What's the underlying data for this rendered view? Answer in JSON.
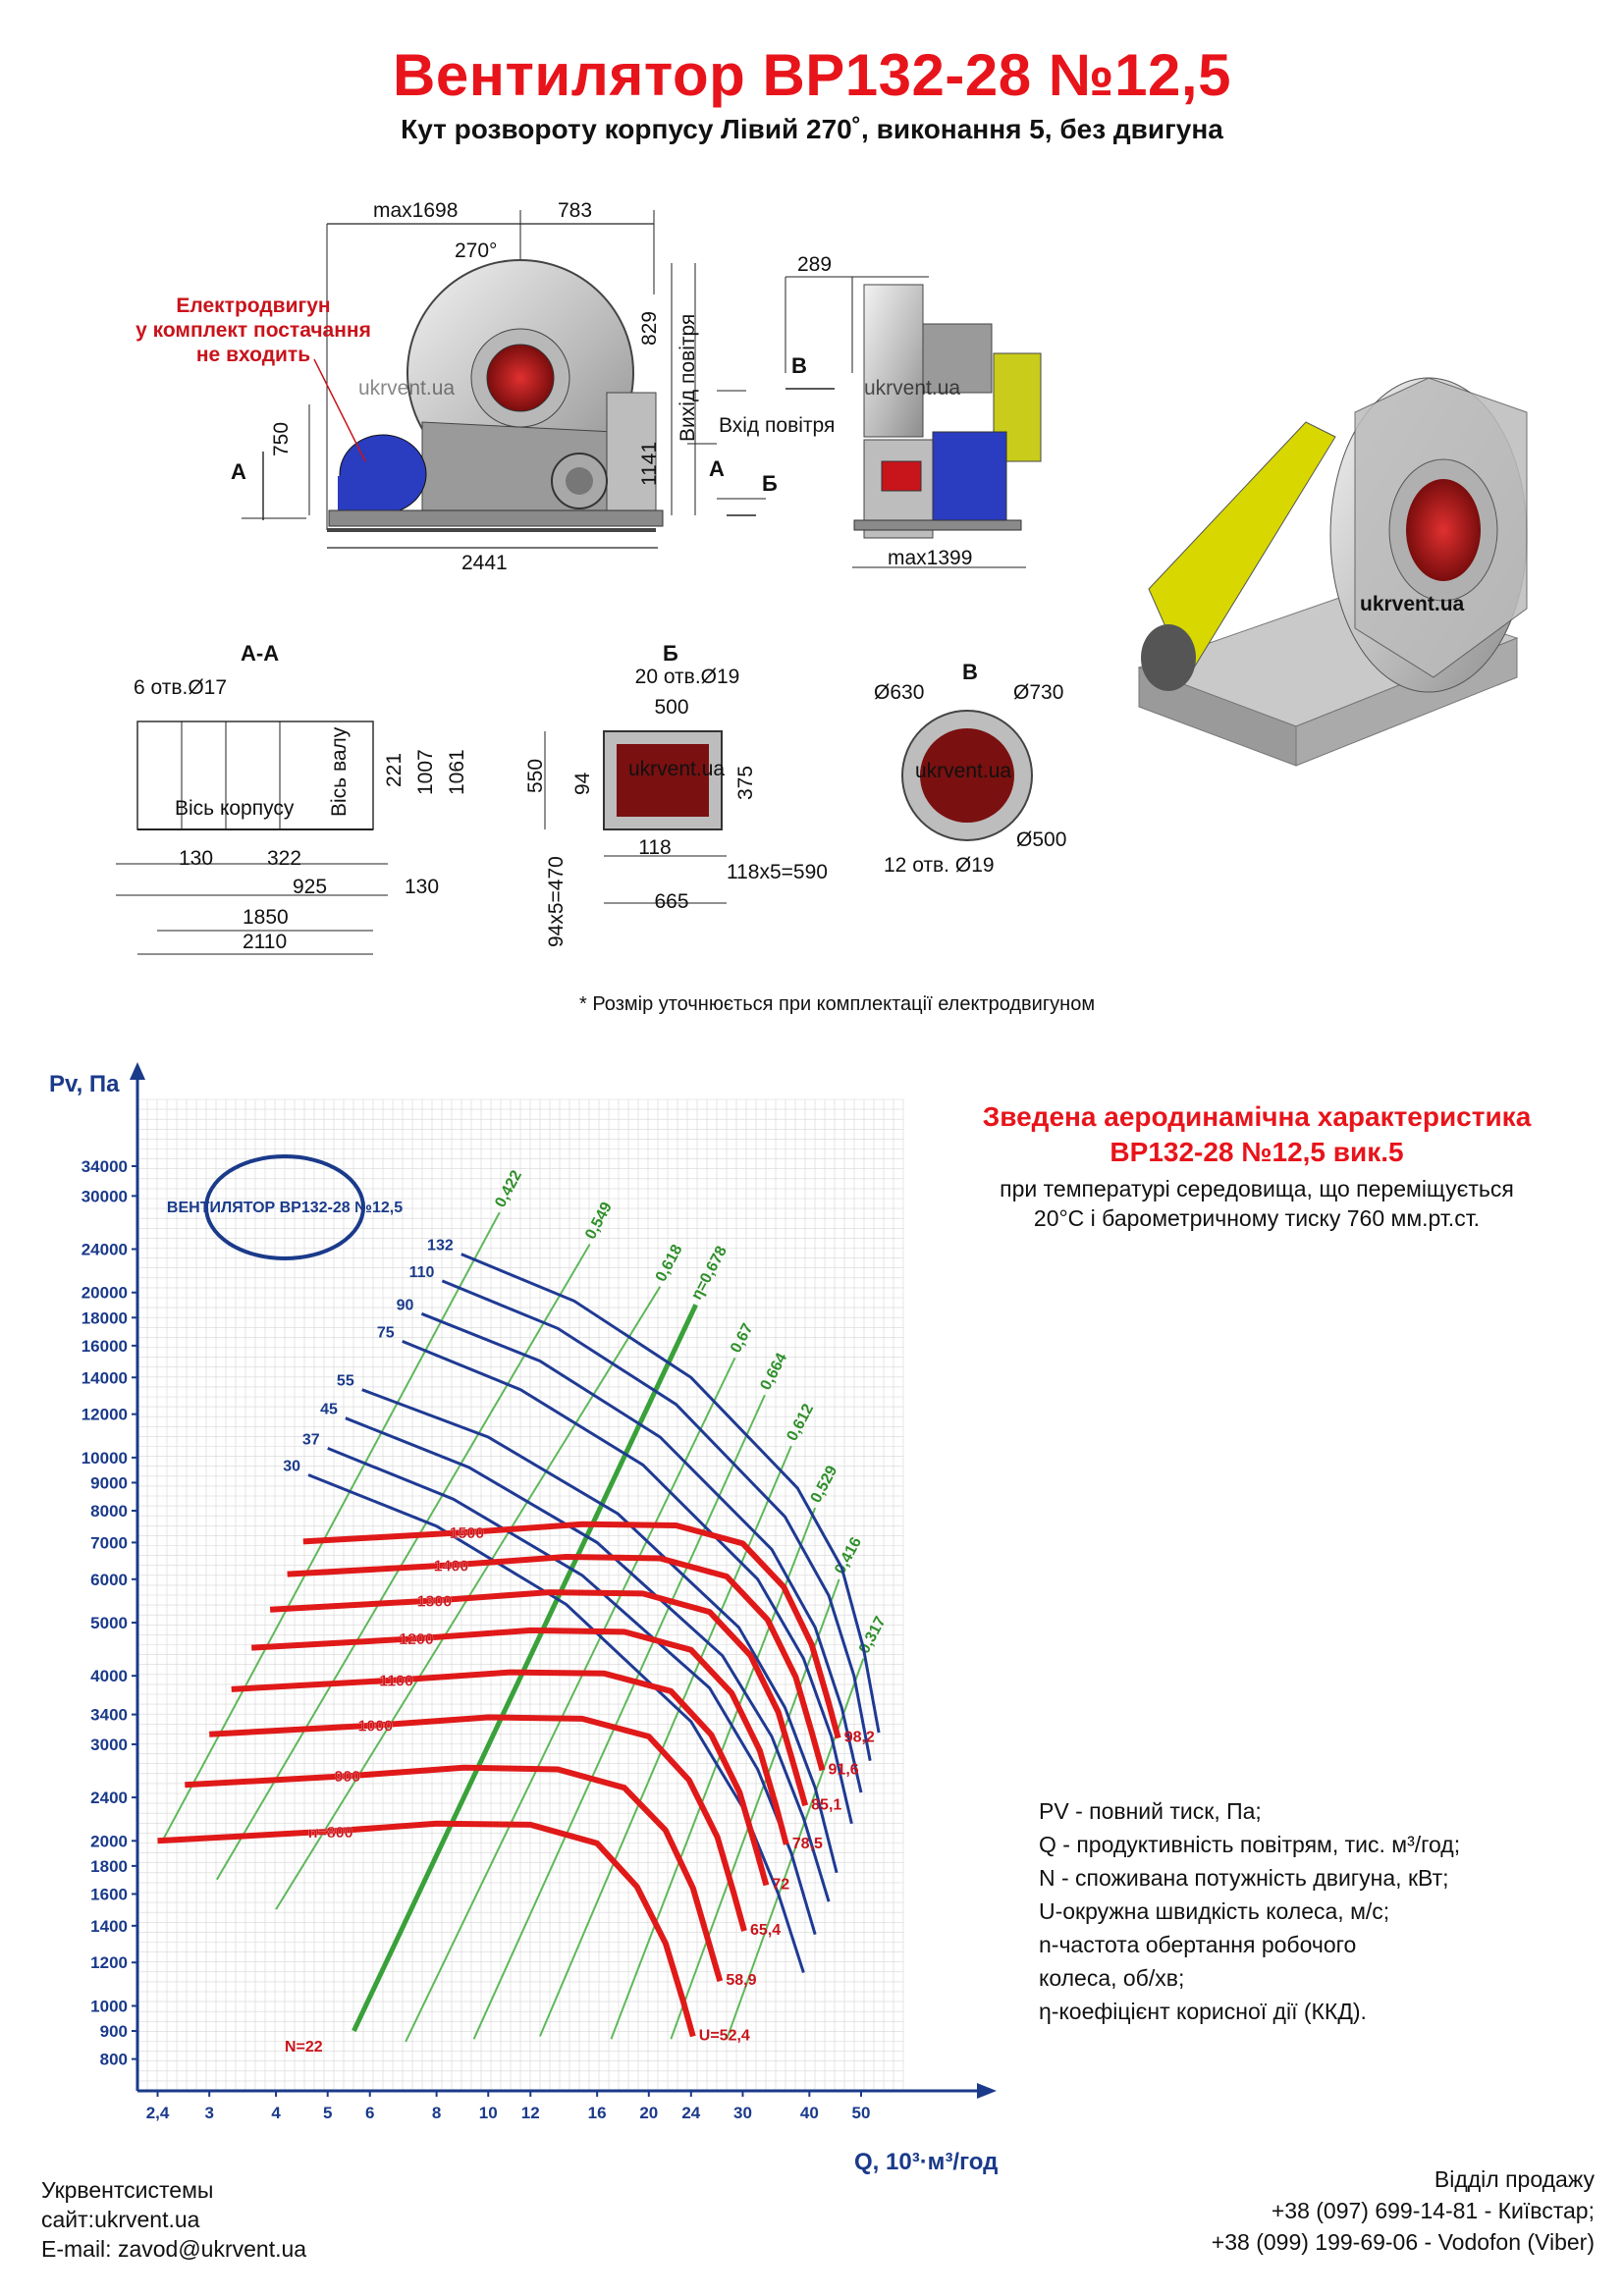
{
  "header": {
    "title": "Вентилятор ВР132-28 №12,5",
    "subtitle": "Кут розвороту корпусу Лівий 270˚, виконання 5, без двигуна"
  },
  "drawing": {
    "motor_note_line1": "Електродвигун",
    "motor_note_line2": "у комплект постачання",
    "motor_note_line3": "не входить",
    "dims": {
      "max1698": "max1698",
      "d783": "783",
      "d270": "270°",
      "d829": "829",
      "d750": "750",
      "d1141": "1141",
      "d2441": "2441",
      "d289": "289",
      "max1399": "max1399",
      "d500": "500",
      "d550": "550",
      "d94": "94",
      "d375": "375",
      "d118": "118",
      "d665": "665",
      "d118x5": "118x5=590",
      "d94x5": "94x5=470",
      "holes20": "20 отв.Ø19",
      "holes6": "6 отв.Ø17",
      "holes12": "12 отв. Ø19",
      "o630": "Ø630",
      "o730": "Ø730",
      "o500": "Ø500",
      "d221": "221",
      "d1007": "1007",
      "d1061": "1061",
      "d130a": "130",
      "d322": "322",
      "d925": "925",
      "d130b": "130",
      "d1850": "1850",
      "d2110": "2110"
    },
    "labels": {
      "outlet": "Вихід повітря",
      "inlet": "Вхід повітря",
      "A": "А",
      "B": "Б",
      "V": "В",
      "AA": "А-А",
      "Bsec": "Б",
      "Vsec": "В",
      "axis_body": "Вісь корпусу",
      "axis_shaft": "Вісь валу",
      "watermark": "ukrvent.ua"
    },
    "footnote": "* Розмір уточнюється при комплектації електродвигуном"
  },
  "chart_text": {
    "title_line1": "Зведена аеродинамічна характеристика",
    "title_line2": "ВР132-28 №12,5 вик.5",
    "sub_line1": "при температурі середовища, що переміщується",
    "sub_line2": "20°С і барометричному тиску 760 мм.рт.ст.",
    "y_axis_title": "Pv, Па",
    "x_axis_title": "Q, 10³·м³/год",
    "stamp": "ВЕНТИЛЯТОР ВР132-28 №12,5"
  },
  "chart_data": {
    "type": "line",
    "x_scale": "log",
    "y_scale": "log",
    "xlim": [
      2.2,
      60
    ],
    "ylim": [
      700,
      45000
    ],
    "x_ticks": [
      "2,4",
      "3",
      "4",
      "5",
      "6",
      "8",
      "10",
      "12",
      "16",
      "20",
      "24",
      "30",
      "40",
      "50"
    ],
    "y_ticks": [
      "800",
      "900",
      "1000",
      "1200",
      "1400",
      "1600",
      "1800",
      "2000",
      "2400",
      "3000",
      "3400",
      "4000",
      "5000",
      "6000",
      "7000",
      "8000",
      "9000",
      "10000",
      "12000",
      "14000",
      "16000",
      "18000",
      "20000",
      "24000",
      "30000",
      "34000"
    ],
    "speed_curves": [
      {
        "name": "n=800",
        "u": "U=52,4",
        "x": [
          2.4,
          5,
          8,
          12,
          16,
          19,
          21.5,
          23.2,
          24.2
        ],
        "y": [
          2000,
          2080,
          2150,
          2140,
          1980,
          1650,
          1300,
          1020,
          880
        ]
      },
      {
        "name": "900",
        "u": "58,9",
        "x": [
          2.7,
          5.6,
          9,
          13.5,
          18,
          21.5,
          24.2,
          26,
          27.2
        ],
        "y": [
          2530,
          2630,
          2720,
          2700,
          2500,
          2090,
          1640,
          1290,
          1110
        ]
      },
      {
        "name": "1000",
        "u": "65,4",
        "x": [
          3.0,
          6.2,
          10,
          15,
          20,
          23.8,
          26.9,
          28.9,
          30.2
        ],
        "y": [
          3130,
          3250,
          3360,
          3340,
          3100,
          2580,
          2030,
          1600,
          1370
        ]
      },
      {
        "name": "1100",
        "u": "72",
        "x": [
          3.3,
          6.8,
          11,
          16.5,
          22,
          26.2,
          29.6,
          31.8,
          33.2
        ],
        "y": [
          3780,
          3930,
          4060,
          4040,
          3750,
          3120,
          2450,
          1930,
          1660
        ]
      },
      {
        "name": "1200",
        "u": "78,5",
        "x": [
          3.6,
          7.4,
          12,
          18,
          24,
          28.6,
          32.3,
          34.7,
          36.2
        ],
        "y": [
          4500,
          4680,
          4840,
          4810,
          4460,
          3720,
          2920,
          2300,
          1970
        ]
      },
      {
        "name": "1300",
        "u": "85,1",
        "x": [
          3.9,
          8,
          13,
          19.5,
          26,
          31,
          35,
          37.6,
          39.3
        ],
        "y": [
          5280,
          5490,
          5680,
          5650,
          5230,
          4360,
          3430,
          2700,
          2320
        ]
      },
      {
        "name": "1400",
        "u": "91,6",
        "x": [
          4.2,
          8.6,
          14,
          21,
          28,
          33.4,
          37.7,
          40.5,
          42.3
        ],
        "y": [
          6130,
          6370,
          6590,
          6550,
          6070,
          5060,
          3980,
          3130,
          2690
        ]
      },
      {
        "name": "1500",
        "u": "98,2",
        "x": [
          4.5,
          9.2,
          15,
          22.5,
          30,
          35.8,
          40.4,
          43.4,
          45.3
        ],
        "y": [
          7030,
          7310,
          7560,
          7520,
          6970,
          5810,
          4560,
          3590,
          3080
        ]
      }
    ],
    "power_curves": [
      {
        "name": "30",
        "x": [
          4.6,
          8,
          14,
          24,
          30,
          35,
          39
        ],
        "y": [
          9300,
          7500,
          5400,
          3300,
          2300,
          1600,
          1150
        ]
      },
      {
        "name": "37",
        "x": [
          5.0,
          8.6,
          15,
          26,
          32,
          37,
          41
        ],
        "y": [
          10400,
          8400,
          6100,
          3800,
          2700,
          1900,
          1350
        ]
      },
      {
        "name": "45",
        "x": [
          5.4,
          9.2,
          16,
          27.5,
          34,
          39,
          43.5
        ],
        "y": [
          11800,
          9600,
          7000,
          4350,
          3100,
          2200,
          1550
        ]
      },
      {
        "name": "55",
        "x": [
          5.8,
          10,
          17.5,
          29.5,
          36,
          41,
          45
        ],
        "y": [
          13300,
          10900,
          7900,
          4900,
          3500,
          2500,
          1750
        ]
      },
      {
        "name": "75",
        "x": [
          6.9,
          11.5,
          19.5,
          32,
          39,
          44,
          48
        ],
        "y": [
          16300,
          13300,
          9700,
          6000,
          4300,
          3100,
          2150
        ]
      },
      {
        "name": "90",
        "x": [
          7.5,
          12.5,
          21,
          34,
          41,
          46,
          50
        ],
        "y": [
          18300,
          15000,
          10900,
          6800,
          4900,
          3500,
          2450
        ]
      },
      {
        "name": "110",
        "x": [
          8.2,
          13.5,
          22.5,
          36,
          43.5,
          48.5,
          52
        ],
        "y": [
          21000,
          17200,
          12500,
          7800,
          5600,
          4000,
          2800
        ]
      },
      {
        "name": "132",
        "x": [
          8.9,
          14.5,
          24,
          38,
          46,
          50.5,
          54
        ],
        "y": [
          23500,
          19300,
          14000,
          8800,
          6300,
          4500,
          3150
        ]
      }
    ],
    "efficiency_lines": [
      {
        "name": "0,422",
        "x": [
          2.45,
          10.5
        ],
        "y": [
          2000,
          28000
        ]
      },
      {
        "name": "0,549",
        "x": [
          3.1,
          15.5
        ],
        "y": [
          1700,
          24500
        ]
      },
      {
        "name": "0,618",
        "x": [
          4.0,
          21
        ],
        "y": [
          1500,
          20500
        ]
      },
      {
        "name": "η=0,678",
        "x": [
          5.6,
          24.5
        ],
        "y": [
          900,
          19000
        ]
      },
      {
        "name": "0,67",
        "x": [
          7.0,
          29
        ],
        "y": [
          860,
          15200
        ]
      },
      {
        "name": "0,664",
        "x": [
          9.4,
          33
        ],
        "y": [
          870,
          13000
        ]
      },
      {
        "name": "0,612",
        "x": [
          12.5,
          37
        ],
        "y": [
          880,
          10500
        ]
      },
      {
        "name": "0,529",
        "x": [
          17,
          41
        ],
        "y": [
          870,
          8100
        ]
      },
      {
        "name": "0,416",
        "x": [
          22,
          45.5
        ],
        "y": [
          870,
          6000
        ]
      },
      {
        "name": "0,317",
        "x": [
          28,
          50.5
        ],
        "y": [
          870,
          4300
        ]
      }
    ],
    "power_label_text": "N=22"
  },
  "legend": {
    "line1": "PV - повний тиск, Па;",
    "line2": "Q - продуктивність повітрям, тис. м³/год;",
    "line3": "N - споживана потужність двигуна, кВт;",
    "line4": "U-окружна швидкість колеса, м/с;",
    "line5": "n-частота обертання робочого",
    "line6": "колеса, об/хв;",
    "line7": "η-коефіцієнт корисної дії (ККД)."
  },
  "footer": {
    "company": "Укрвентсистемы",
    "site": "сайт:ukrvent.ua",
    "email": "E-mail: zavod@ukrvent.ua",
    "sales": "Відділ продажу",
    "phone1": "+38 (097) 699-14-81 - Київстар;",
    "phone2": "+38 (099) 199-69-06 - Vodofon (Viber)"
  }
}
